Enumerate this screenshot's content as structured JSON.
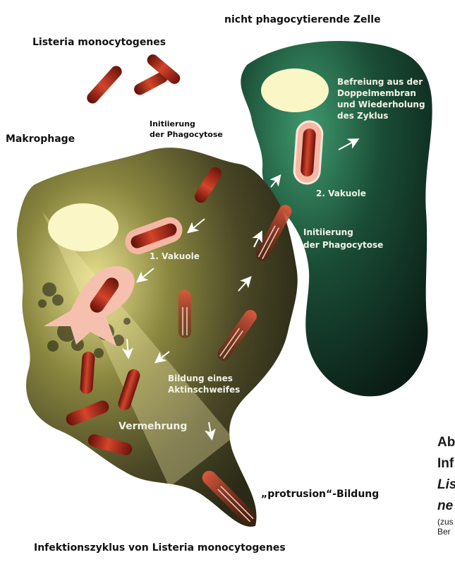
{
  "labels": {
    "non_phagocytic_cell": "nicht phagocytierende Zelle",
    "listeria": "Listeria monocytogenes",
    "macrophage": "Makrophage",
    "initiation_1": [
      "Initiierung",
      "der Phagocytose"
    ],
    "liberation": [
      "Befreiung aus der",
      "Doppelmembran",
      "und Wiederholung",
      "des Zyklus"
    ],
    "vacuole_2": "2. Vakuole",
    "initiation_2": [
      "Initiierung",
      "der Phagocytose"
    ],
    "vacuole_1": "1. Vakuole",
    "actin_tail": [
      "Bildung eines",
      "Aktinschweifes"
    ],
    "multiplication": "Vermehrung",
    "protrusion": "„protrusion“-Bildung",
    "cycle_title": "Infektionszyklus von Listeria monocytogenes"
  },
  "caption": {
    "line1": "Ab",
    "line2": "Inf",
    "line3": "Lis",
    "line4": "ne",
    "line5": "(zus",
    "line6": "Ber"
  },
  "colors": {
    "macrophage_fill": "#3b3a1c",
    "macrophage_glow": "#d9d48a",
    "green_cell_fill": "#0e2a1f",
    "green_cell_glow": "#2f7a58",
    "nucleus": "#fbf6c6",
    "bacterium": "#b3281a",
    "vacuole": "#f4b7a3"
  }
}
